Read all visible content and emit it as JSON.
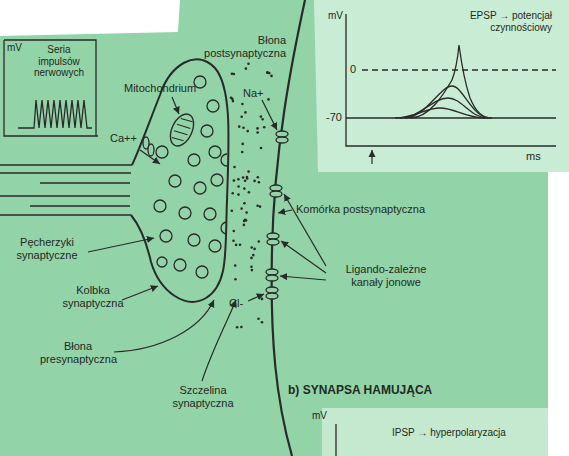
{
  "diagram": {
    "labels": [
      "mV",
      "Seria impulsów nerwowych",
      "Mitochondrium",
      "Ca++",
      "Błona postsynaptyczna",
      "Na+",
      "mV",
      "EPSP → potencjał czynnościowy",
      "0",
      "-70",
      "ms",
      "Komórka postsynaptyczna",
      "Pęcherzyki synaptyczne",
      "Kolbka synaptyczna",
      "Ligando-zależne kanały jonowe",
      "Cl-",
      "Błona presynaptyczna",
      "Szczelina synaptyczna",
      "b) SYNAPSA HAMUJĄCA",
      "mV",
      "IPSP → hyperpolaryzacja"
    ]
  }
}
